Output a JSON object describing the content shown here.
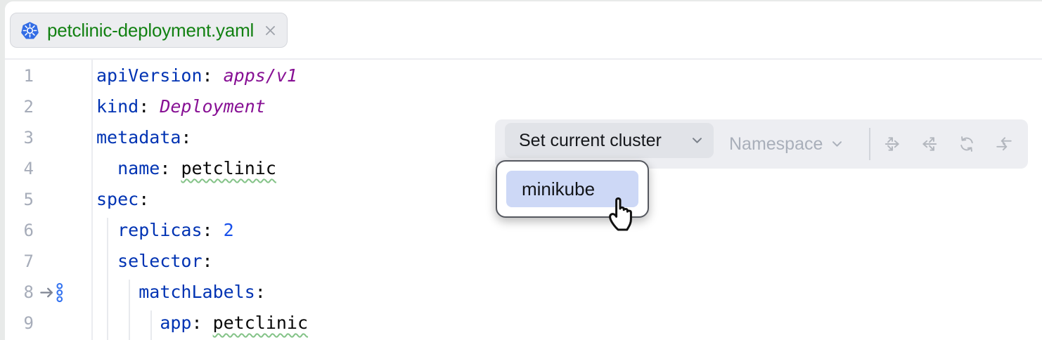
{
  "tab": {
    "filename": "petclinic-deployment.yaml",
    "icon": "kubernetes-icon",
    "close_icon": "close-icon"
  },
  "editor": {
    "lines": [
      {
        "num": "1",
        "tokens": [
          {
            "t": "apiVersion",
            "y": "key"
          },
          {
            "t": ": ",
            "y": "plain"
          },
          {
            "t": "apps/v1",
            "y": "value"
          }
        ]
      },
      {
        "num": "2",
        "tokens": [
          {
            "t": "kind",
            "y": "key"
          },
          {
            "t": ": ",
            "y": "plain"
          },
          {
            "t": "Deployment",
            "y": "value"
          }
        ]
      },
      {
        "num": "3",
        "tokens": [
          {
            "t": "metadata",
            "y": "key"
          },
          {
            "t": ":",
            "y": "plain"
          }
        ]
      },
      {
        "num": "4",
        "tokens": [
          {
            "t": "  ",
            "y": "plain"
          },
          {
            "t": "name",
            "y": "key"
          },
          {
            "t": ": ",
            "y": "plain"
          },
          {
            "t": "petclinic",
            "y": "typo"
          }
        ]
      },
      {
        "num": "5",
        "tokens": [
          {
            "t": "spec",
            "y": "key"
          },
          {
            "t": ":",
            "y": "plain"
          }
        ]
      },
      {
        "num": "6",
        "tokens": [
          {
            "t": "  ",
            "y": "plain"
          },
          {
            "t": "replicas",
            "y": "key"
          },
          {
            "t": ": ",
            "y": "plain"
          },
          {
            "t": "2",
            "y": "number"
          }
        ]
      },
      {
        "num": "7",
        "tokens": [
          {
            "t": "  ",
            "y": "plain"
          },
          {
            "t": "selector",
            "y": "key"
          },
          {
            "t": ":",
            "y": "plain"
          }
        ]
      },
      {
        "num": "8",
        "gutter_icon": "push-to-cluster-gutter-icon",
        "tokens": [
          {
            "t": "    ",
            "y": "plain"
          },
          {
            "t": "matchLabels",
            "y": "key"
          },
          {
            "t": ":",
            "y": "plain"
          }
        ]
      },
      {
        "num": "9",
        "tokens": [
          {
            "t": "      ",
            "y": "plain"
          },
          {
            "t": "app",
            "y": "key"
          },
          {
            "t": ": ",
            "y": "plain"
          },
          {
            "t": "petclinic",
            "y": "typo"
          }
        ]
      }
    ]
  },
  "toolbar": {
    "cluster_button": {
      "label": "Set current cluster",
      "icon": "chevron-down-icon"
    },
    "namespace_button": {
      "label": "Namespace",
      "icon": "chevron-down-icon",
      "disabled": true
    },
    "action_icons": [
      "diverge-right-icon",
      "diverge-left-icon",
      "refresh-icon",
      "swap-arrows-icon"
    ]
  },
  "dropdown": {
    "items": [
      {
        "label": "minikube",
        "highlighted": true
      }
    ]
  },
  "cursor": {
    "icon": "hand-pointer-cursor"
  },
  "colors": {
    "key": "#0033B3",
    "value": "#871094",
    "number": "#1750EB",
    "plain": "#080808",
    "line_number": "#A6ACB9",
    "filename_green": "#128112",
    "highlight": "#CDD8F6",
    "toolbar_bg": "#EDEEF2",
    "button_bg": "#E1E3E8",
    "tab_bg": "#ECEDF0",
    "squiggle": "#84C388"
  }
}
